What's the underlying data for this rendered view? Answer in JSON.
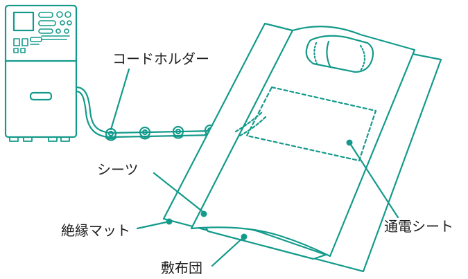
{
  "colors": {
    "teal": "#139a8b",
    "text": "#1e1e1e",
    "background": "#ffffff"
  },
  "labels": {
    "cord_holder": "コードホルダー",
    "sheets": "シーツ",
    "insulation_mat": "絶縁マット",
    "futon": "敷布団",
    "conductive_sheet": "通電シート"
  }
}
